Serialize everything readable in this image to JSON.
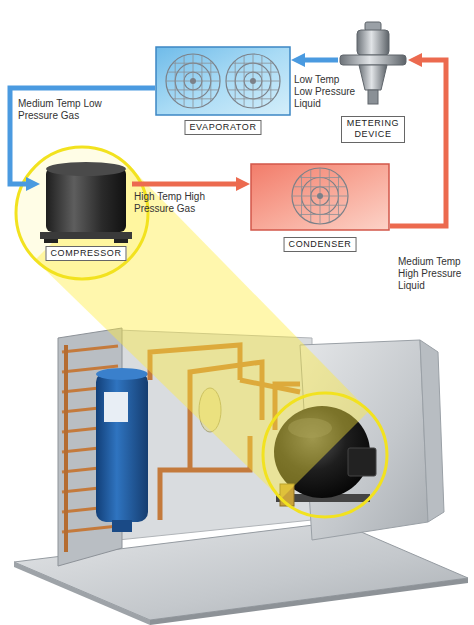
{
  "diagram": {
    "nodes": [
      {
        "text": [
          "EVAPORATOR"
        ]
      },
      {
        "text": [
          "METERING DEVICE"
        ]
      },
      {
        "text": [
          "COMPRESSOR"
        ]
      },
      {
        "text": [
          "CONDENSER"
        ]
      }
    ],
    "edges": [
      {
        "from": 2,
        "to": 3,
        "arrow": "to",
        "label": "High Temp High Pressure Gas"
      },
      {
        "from": 3,
        "to": 1,
        "arrow": "to",
        "label": "Medium Temp High Pressure Liquid"
      },
      {
        "from": 1,
        "to": 0,
        "arrow": "to",
        "label": "Low Temp Low Pressure Liquid"
      },
      {
        "from": 0,
        "to": 2,
        "arrow": "to",
        "label": "Medium Temp Low Pressure Gas"
      }
    ]
  }
}
